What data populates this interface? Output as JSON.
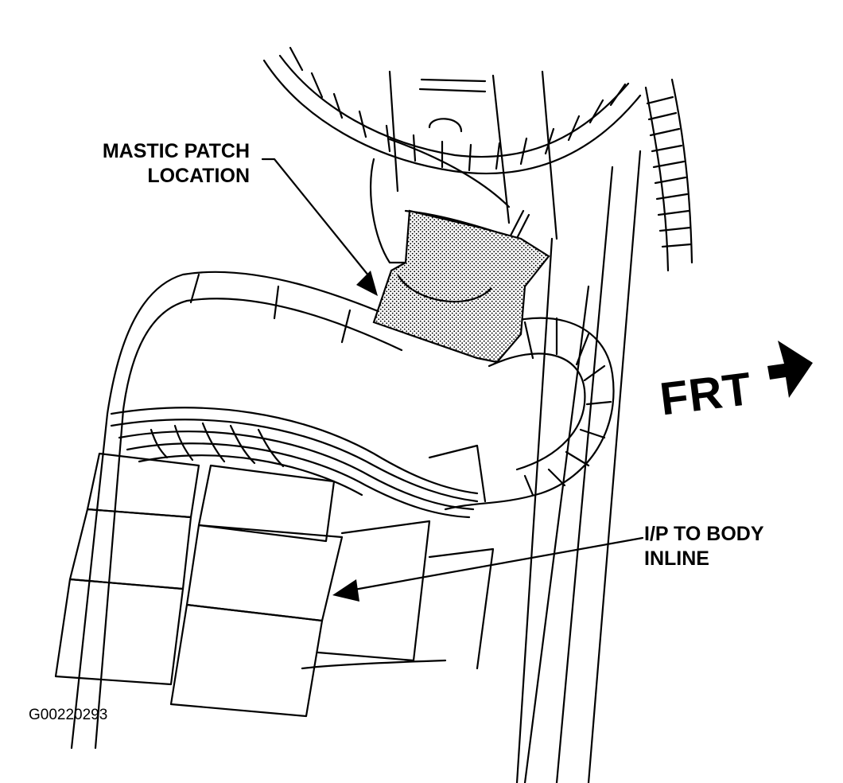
{
  "diagram": {
    "callouts": {
      "mastic_patch": {
        "line1": "MASTIC PATCH",
        "line2": "LOCATION"
      },
      "ip_to_body": {
        "line1": "I/P TO BODY",
        "line2": "INLINE"
      }
    },
    "direction_label": "FRT",
    "figure_id": "G00220293"
  },
  "colors": {
    "ink": "#000000",
    "paper": "#ffffff",
    "mastic_fill": "#bdbdbd"
  },
  "icons": {
    "direction": "arrow-right-icon"
  }
}
